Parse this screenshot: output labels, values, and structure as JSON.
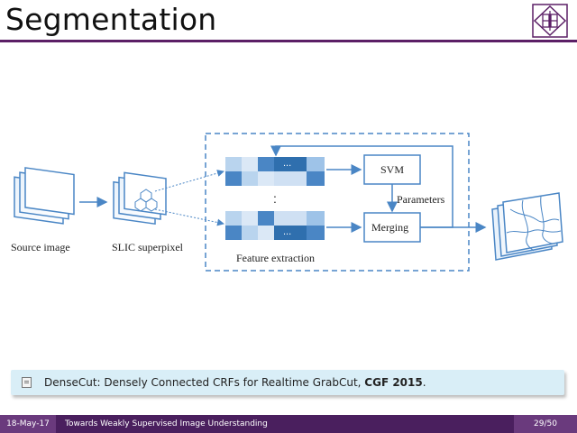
{
  "slide": {
    "title": "Segmentation"
  },
  "diagram": {
    "labels": {
      "source_image": "Source image",
      "slic_superpixel": "SLIC superpixel",
      "svm": "SVM",
      "parameters": "Parameters",
      "merging": "Merging",
      "feature_extraction": "Feature extraction",
      "ellipsis_top": "...",
      "ellipsis_bottom": "...",
      "vertical_dots": ":"
    }
  },
  "reference": {
    "text": "DenseCut: Densely Connected CRFs for Realtime GrabCut, ",
    "venue": "CGF 2015",
    "suffix": "."
  },
  "footer": {
    "date": "18-May-17",
    "talk_title": "Towards Weakly Supervised Image Understanding",
    "page": "29/50"
  },
  "colors": {
    "accent": "#5b1f66",
    "footer_bg": "#4a1f5e",
    "diagram_blue": "#4a86c5",
    "reference_bg": "#d9eef7"
  }
}
